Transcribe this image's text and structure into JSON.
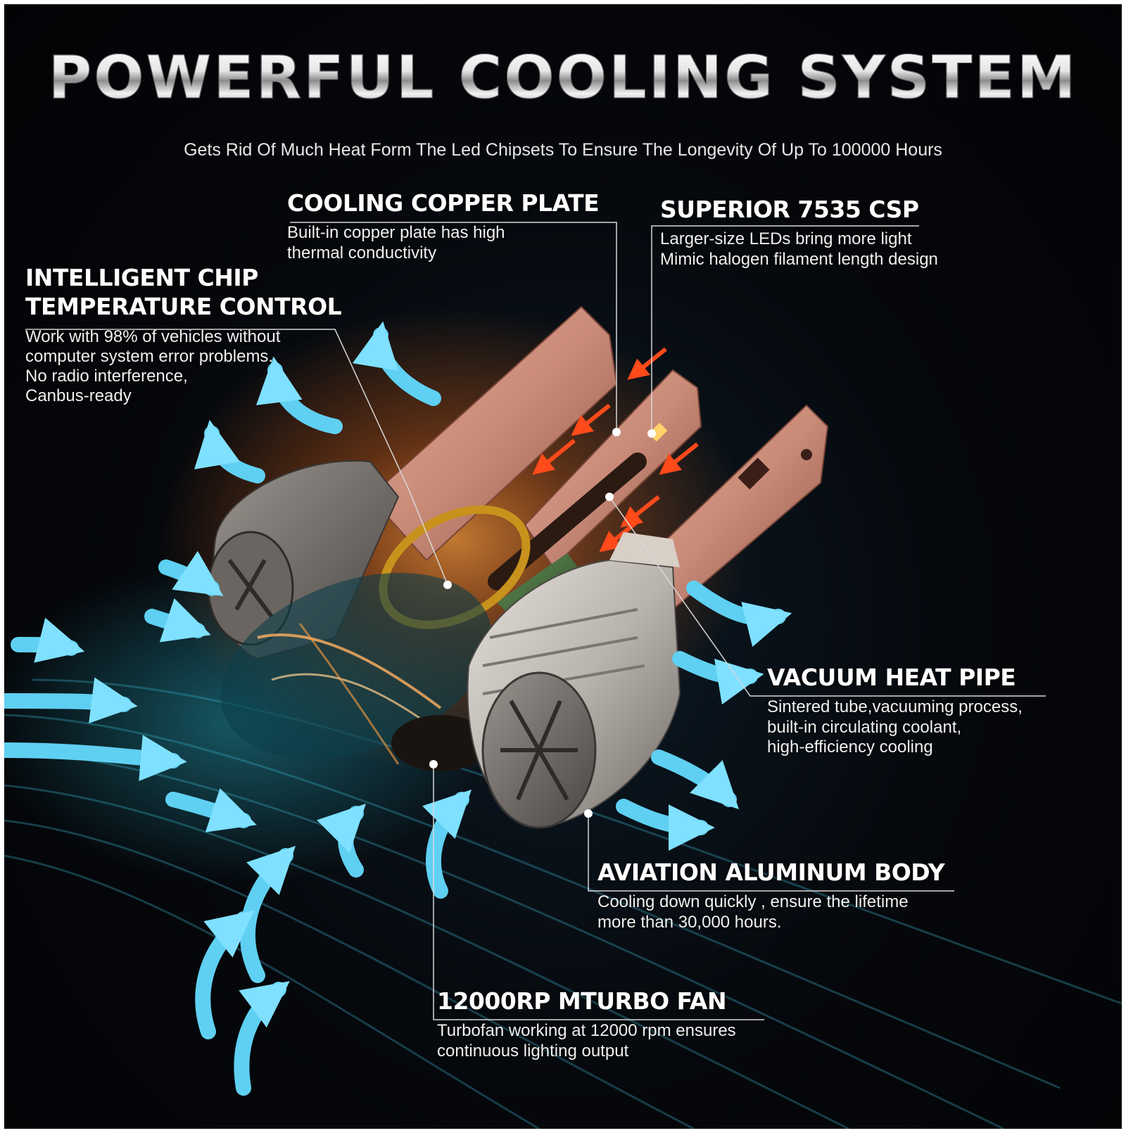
{
  "title": "POWERFUL COOLING SYSTEM",
  "subtitle": "Gets Rid Of Much Heat Form The Led Chipsets To Ensure The Longevity Of Up To 100000 Hours",
  "callouts": {
    "copper_plate": {
      "heading": "COOLING COPPER PLATE",
      "lines": [
        "Built-in copper plate has high",
        "thermal conductivity"
      ]
    },
    "csp": {
      "heading": "SUPERIOR 7535 CSP",
      "lines": [
        "Larger-size LEDs bring more light",
        "Mimic halogen filament length design"
      ]
    },
    "chip_control": {
      "heading_lines": [
        "INTELLIGENT CHIP",
        "TEMPERATURE CONTROL"
      ],
      "lines": [
        "Work with 98% of vehicles without",
        "computer system error problems.",
        "No radio interference,",
        "Canbus-ready"
      ]
    },
    "heat_pipe": {
      "heading": "VACUUM HEAT PIPE",
      "lines": [
        "Sintered tube,vacuuming process,",
        "built-in circulating coolant,",
        "high-efficiency cooling"
      ]
    },
    "aluminum_body": {
      "heading": "AVIATION ALUMINUM BODY",
      "lines": [
        "Cooling down quickly , ensure the lifetime",
        "more than 30,000 hours."
      ]
    },
    "turbo_fan": {
      "heading": "12000RP MTURBO FAN",
      "lines": [
        "Turbofan working at 12000 rpm ensures",
        "continuous lighting output"
      ]
    }
  },
  "colors": {
    "background": "#05070b",
    "copper": "#c98a78",
    "aluminum": "#b9b3ad",
    "airflow": "#5fd0f2",
    "heat_glow": "#ff8a2a",
    "heat_arrows": "#ff4a1a",
    "leader_lines": "#d8d8d8"
  }
}
